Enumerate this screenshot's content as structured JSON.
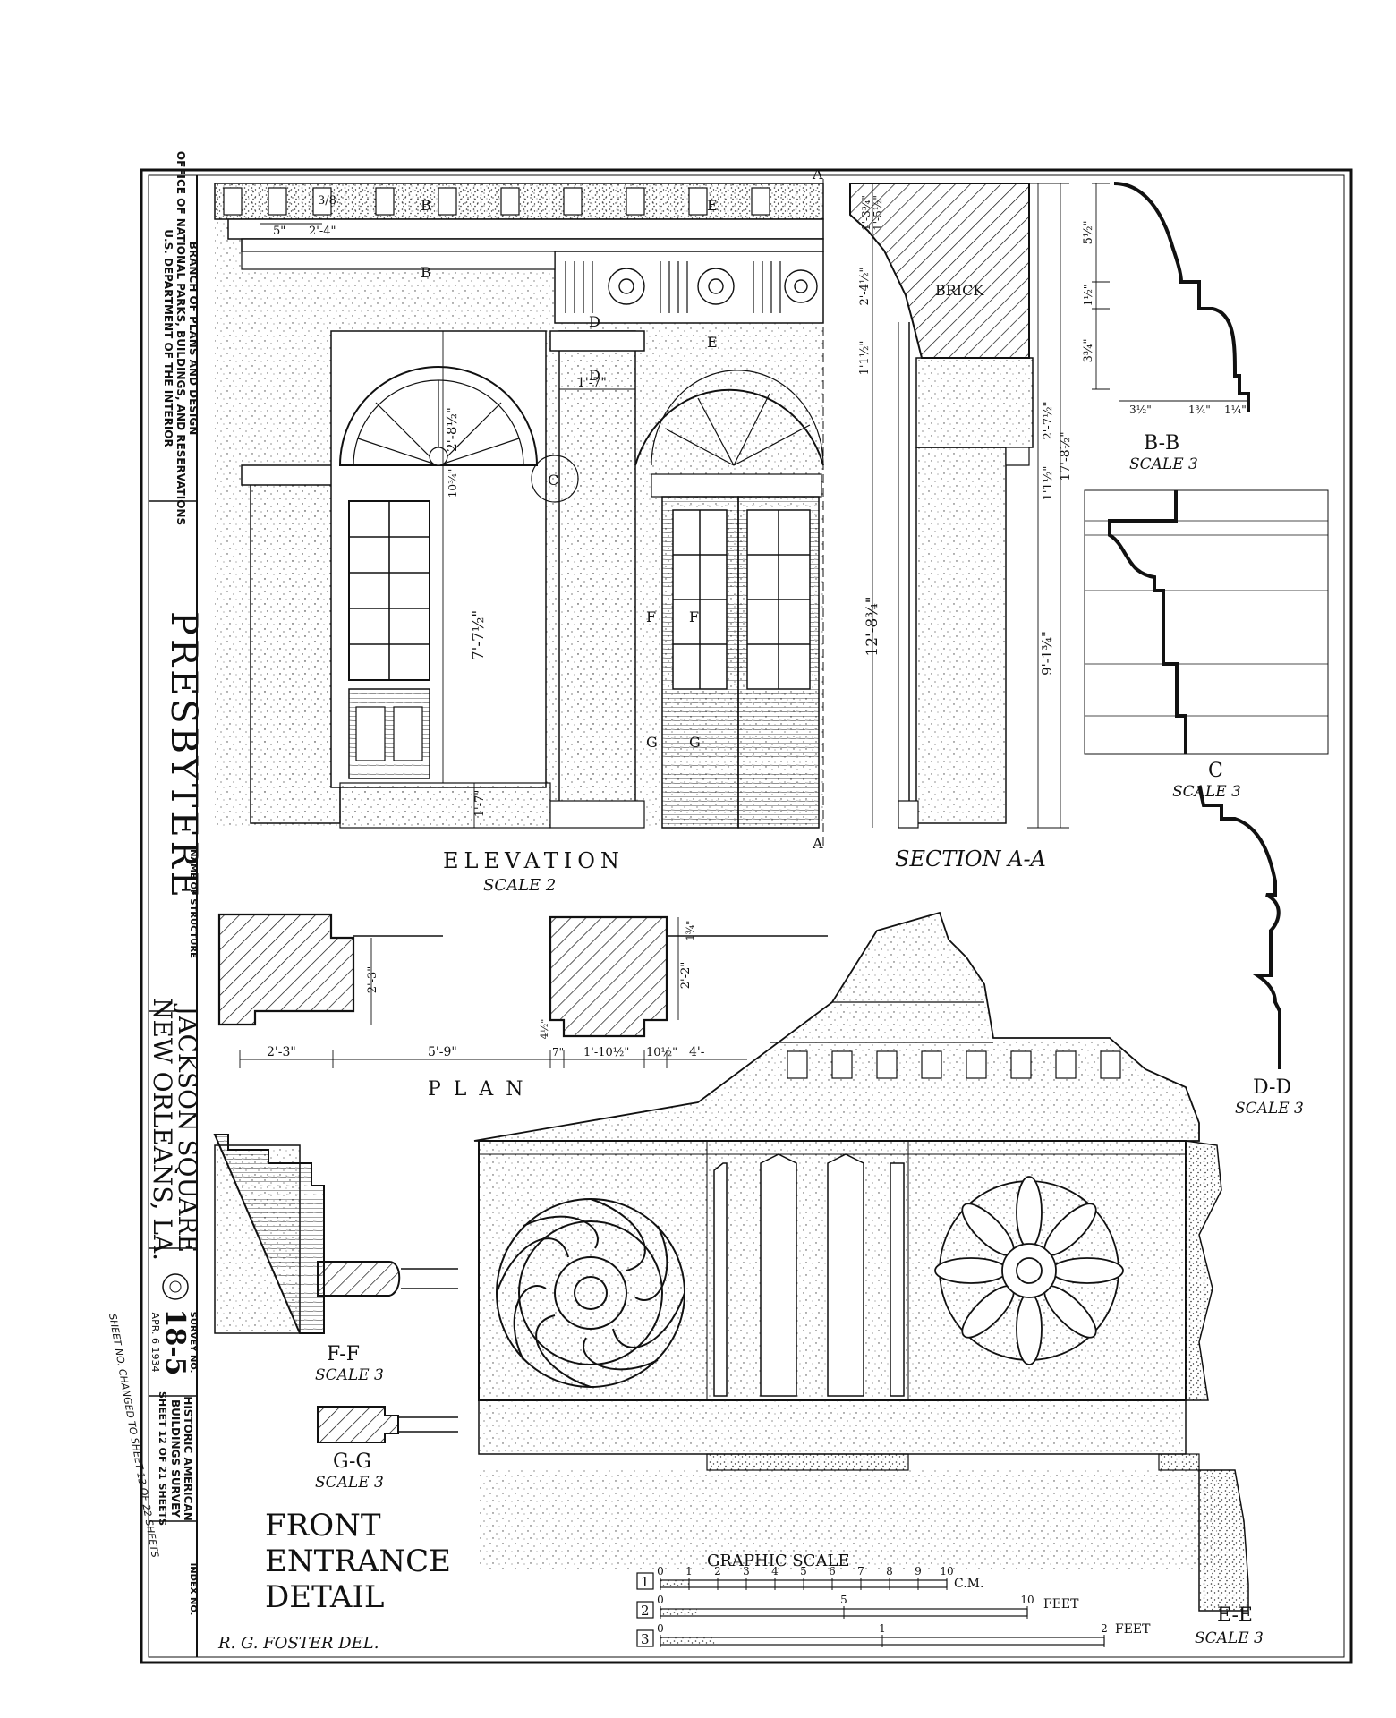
{
  "title_block": {
    "agency_line1": "U.S. DEPARTMENT OF THE INTERIOR",
    "agency_line2": "OFFICE OF NATIONAL PARKS, BUILDINGS, AND RESERVATIONS",
    "agency_line3": "BRANCH OF PLANS AND DESIGN",
    "structure_name": "PRESBYTERE",
    "name_of_structure_label": "NAME OF STRUCTURE",
    "location_line1": "JACKSON SQUARE",
    "location_line2": "NEW ORLEANS, LA.",
    "survey_no_label": "SURVEY NO.",
    "survey_no": "18-5",
    "date": "APR. 6 1934",
    "habs_line1": "HISTORIC AMERICAN",
    "habs_line2": "BUILDINGS SURVEY",
    "sheet_line": "SHEET 12 OF 21 SHEETS",
    "index_no_label": "INDEX NO.",
    "handwritten_note": "SHEET NO. CHANGED TO SHEET 13 OF 22 SHEETS"
  },
  "views": {
    "elevation_title": "ELEVATION",
    "elevation_scale": "SCALE 2",
    "section_title": "SECTION A-A",
    "plan_title": "PLAN",
    "bb_title": "B-B",
    "bb_scale": "SCALE 3",
    "c_title": "C",
    "c_scale": "SCALE 3",
    "dd_title": "D-D",
    "dd_scale": "SCALE 3",
    "ff_title": "F-F",
    "ff_scale": "SCALE 3",
    "gg_title": "G-G",
    "gg_scale": "SCALE 3",
    "ee_title": "E-E",
    "ee_scale": "SCALE 3",
    "brick_label": "BRICK"
  },
  "drawing_title": {
    "line1": "FRONT",
    "line2": "ENTRANCE",
    "line3": "DETAIL"
  },
  "delineator": "R. G. FOSTER DEL.",
  "graphic_scale": {
    "title": "GRAPHIC SCALE",
    "scale1_label": "1",
    "scale1_unit": "C.M.",
    "scale1_ticks": [
      "0",
      "1",
      "2",
      "3",
      "4",
      "5",
      "6",
      "7",
      "8",
      "9",
      "10"
    ],
    "scale2_label": "2",
    "scale2_unit": "FEET",
    "scale2_ticks": [
      "0",
      "5",
      "10"
    ],
    "scale3_label": "3",
    "scale3_unit": "FEET",
    "scale3_ticks": [
      "0",
      "1",
      "2"
    ]
  },
  "section_markers": {
    "a": "A",
    "b": "B",
    "c": "C",
    "d": "D",
    "e": "E",
    "f": "F",
    "g": "G"
  },
  "dimensions": {
    "top_a": "3/8",
    "top_b": "5\"",
    "top_c": "2'-4\"",
    "pilaster": "1'-7\"",
    "arch_rise": "2'-8½\"",
    "impost": "10¾\"",
    "door_h": "7'-7½\"",
    "base_h": "1'-7\"",
    "sec_1": "1'-3¾\"",
    "sec_2": "1'-5½\"",
    "sec_3": "2'-4½\"",
    "sec_4": "1'1½\"",
    "sec_5": "2'-7½\"",
    "sec_6": "1'1½\"",
    "sec_7": "17'-8½\"",
    "sec_8": "12'-8¾\"",
    "sec_9": "9'-1¾\"",
    "bb_1": "5½\"",
    "bb_2": "1½\"",
    "bb_3": "3¾\"",
    "bb_4": "3½\"",
    "bb_5": "1¾\"",
    "bb_6": "1¼\"",
    "plan_1": "2'-3\"",
    "plan_2": "5'-9\"",
    "plan_3": "7\"",
    "plan_4": "1'-10½\"",
    "plan_5": "10½\"",
    "plan_6": "4'-",
    "plan_7": "2'-3\"",
    "plan_8": "2'-2\"",
    "plan_9": "4½\"",
    "plan_10": "1¾\""
  }
}
